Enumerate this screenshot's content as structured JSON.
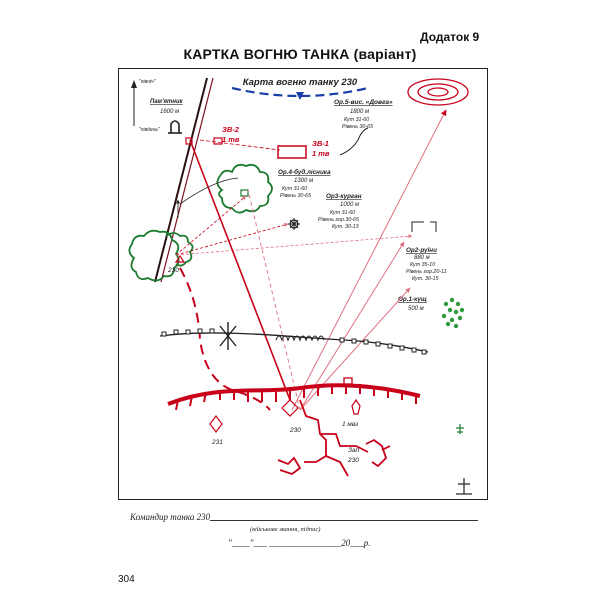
{
  "header": {
    "appendix": "Додаток 9",
    "title": "КАРТКА ВОГНЮ ТАНКА (варіант)"
  },
  "map": {
    "card_title": "Карта вогню танку 230",
    "north": "\"північ\"",
    "south": "\"південь\"",
    "landmarks": {
      "monument": {
        "name": "Пам'ятник",
        "dist": "1600 м"
      },
      "zv2": {
        "name": "ЗВ-2",
        "sub": "1 тв"
      },
      "zv1": {
        "name": "ЗВ-1",
        "sub": "1 тв"
      },
      "or5": {
        "name": "Ор.5-вис. «Довга»",
        "dist": "1800 м",
        "angle": "Кут 31-60",
        "level": "Рівень 30-65"
      },
      "or4": {
        "name": "Ор.4-буд.лісника",
        "dist": "1300 м",
        "angle": "Кут 31-60",
        "level": "Рівень 30-65"
      },
      "or3": {
        "name": "Ор3-курган",
        "dist": "1000 м",
        "angle": "Кут 31-60",
        "level": "Рівень гор.30-65",
        "cut": "Кут. 30-13"
      },
      "or2": {
        "name": "Ор2-руїни",
        "dist": "880 м",
        "angle": "Кут 35-10",
        "level": "Рівень гор.20-11",
        "cut": "Кут. 30-15"
      },
      "or1": {
        "name": "Ор.1-кущ",
        "dist": "500 м"
      }
    },
    "positions": {
      "main": "230",
      "pos231": "231",
      "pos230b": "230",
      "mvz": "1 мвз",
      "reserve": "Зап",
      "reserve_num": "230"
    }
  },
  "footer": {
    "commander": "Командир танка 230",
    "hint": "(військове звання, підпис)",
    "date": "\"____\"___ ________________20___р.",
    "page": "304"
  },
  "colors": {
    "red": "#c8001a",
    "blue": "#1a3fa6",
    "green": "#1b7a2e",
    "black": "#222222"
  }
}
